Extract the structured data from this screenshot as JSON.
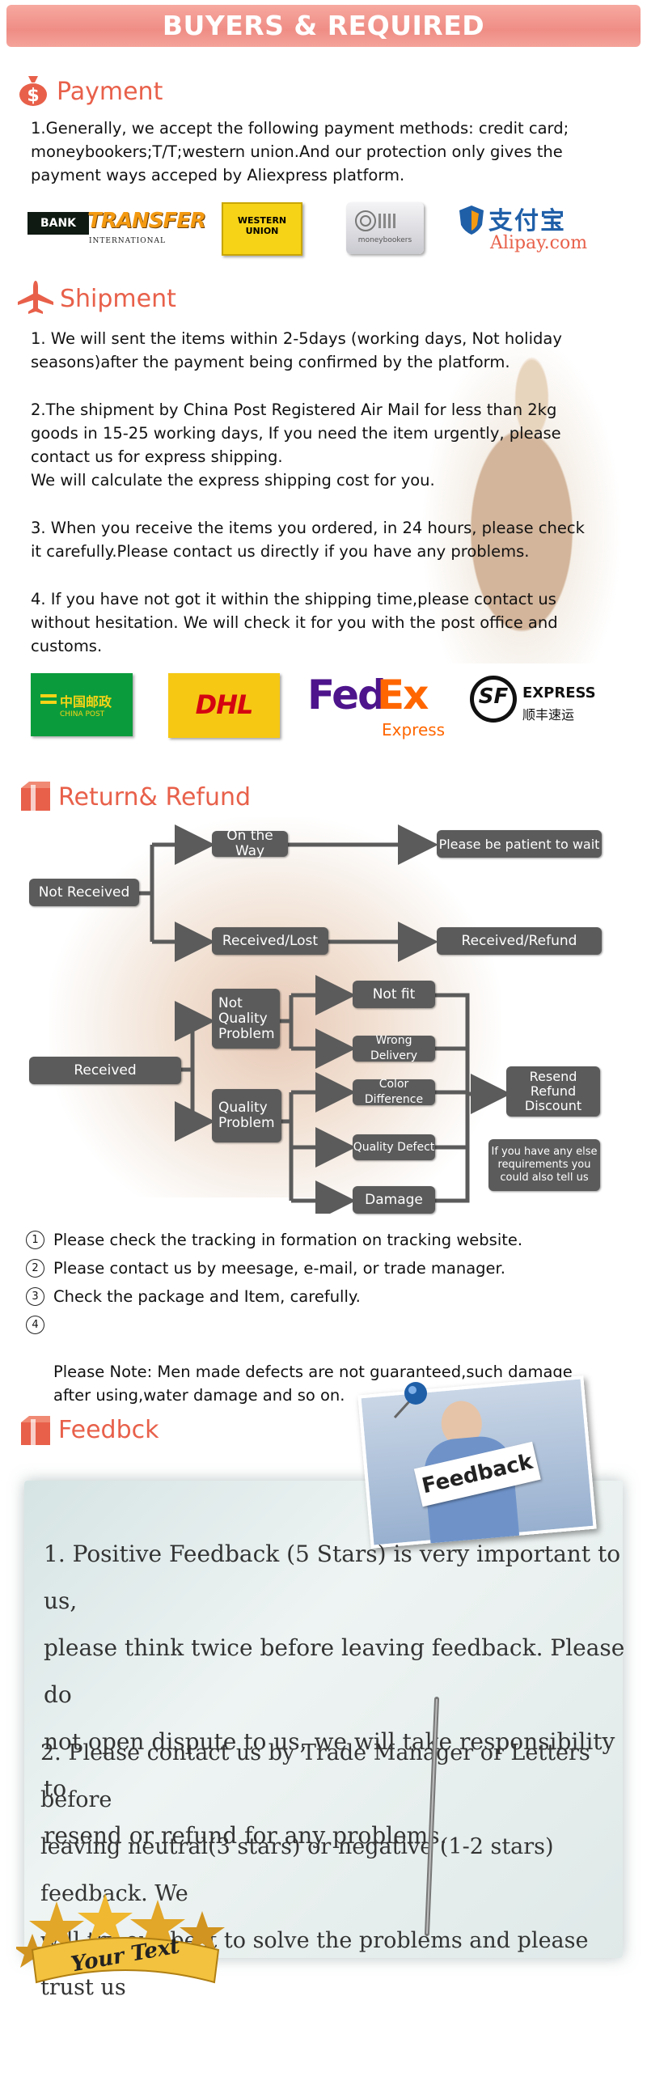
{
  "header": {
    "title": "BUYERS & REQUIRED"
  },
  "payment": {
    "title": "Payment",
    "text": "1.Generally, we accept the following payment methods: credit card;\nmoneybookers;T/T;western union.And our protection only gives the\npayment ways acceped by Aliexpress platform.",
    "logos": {
      "bank_a": "BANK",
      "bank_b": "TRANSFER",
      "bank_c": "INTERNATIONAL",
      "western_a": "WESTERN",
      "western_b": "UNION",
      "moneybookers": "moneybookers",
      "alipay_cn": "支付宝",
      "alipay_en": "Alipay.com"
    }
  },
  "shipment": {
    "title": "Shipment",
    "p1": "1. We will sent the items within 2-5days (working days, Not holiday\nseasons)after the payment being confirmed by the platform.",
    "p2": "2.The shipment by China Post Registered Air Mail for less than  2kg\ngoods in 15-25 working days, If  you need the item urgently, please\ncontact us for express shipping.\nWe will calculate the express shipping cost for you.",
    "p3": "3. When you receive the items you ordered, in 24 hours, please check\n it carefully.Please contact us directly if you have any problems.",
    "p4": "4. If you have not got it within the shipping time,please contact us\nwithout hesitation. We will check it for you with the post office and\ncustoms.",
    "logos": {
      "chinapost_cn": "中国邮政",
      "chinapost_en": "CHINA POST",
      "dhl": "DHL",
      "fedex_a": "Fed",
      "fedex_b": "Ex",
      "fedex_c": "Express",
      "sf": "SF",
      "sf_express": "EXPRESS",
      "sf_cn": "顺丰速运"
    }
  },
  "refund": {
    "title": "Return& Refund",
    "nodes": {
      "not_received": "Not Received",
      "on_the_way": "On the Way",
      "patient": "Please be patient to wait",
      "received_lost": "Received/Lost",
      "received_refund": "Received/Refund",
      "received": "Received",
      "not_quality_1": "Not",
      "not_quality_2": "Quality",
      "not_quality_3": "Problem",
      "quality_1": "Quality",
      "quality_2": "Problem",
      "not_fit": "Not fit",
      "wrong_delivery": "Wrong Delivery",
      "color_difference": "Color Difference",
      "quality_defect": "Quality Defect",
      "damage": "Damage",
      "resend_1": "Resend",
      "resend_2": "Refund",
      "resend_3": "Discount",
      "else_1": "If you have any else",
      "else_2": "requirements you",
      "else_3": "could also tell us"
    },
    "notes": [
      {
        "num": "1",
        "text": "Please check the tracking in formation on tracking website."
      },
      {
        "num": "2",
        "text": "Please contact us by meesage, e-mail, or trade manager."
      },
      {
        "num": "3",
        "text": "Check the package and Item, carefully."
      },
      {
        "num": "4",
        "text": "Please Note: Men made defects  are not guaranteed,such damage\nafter using,water damage and so on."
      }
    ]
  },
  "feedback": {
    "title": "Feedbck",
    "sign": "Feedback",
    "p1": "1. Positive Feedback (5 Stars) is very important to us,\nplease think twice before leaving feedback. Please do\nnot open dispute to us,   we will take responsibility to\nresend or refund for any problems.",
    "p2": "2. Please contact us by Trade Manager or Letters before\nleaving neutral(3 stars) or negative (1-2 stars) feedback. We\nwill try our best to solve the problems and please trust us",
    "badge": "Your Text"
  },
  "colors": {
    "accent": "#e8604a",
    "node": "#5b5b5b",
    "banner": "#ef8d85"
  }
}
